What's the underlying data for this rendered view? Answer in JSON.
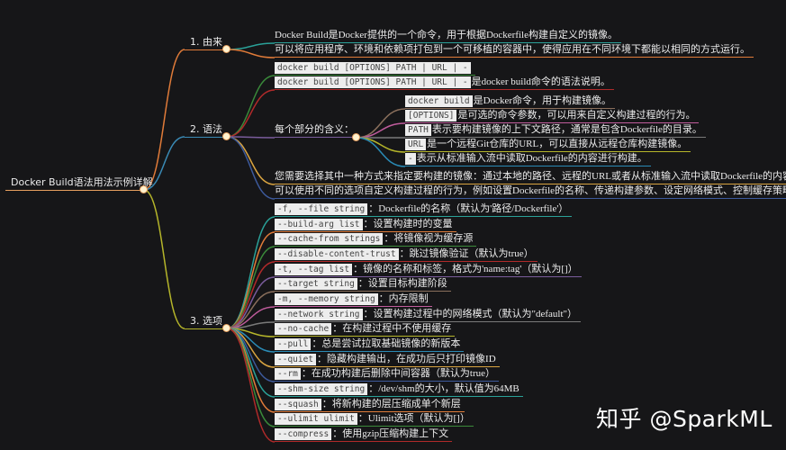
{
  "root": {
    "label": "Docker Build语法用法示例详解"
  },
  "palette": [
    "#2aa198",
    "#e07b39",
    "#3a8a3a",
    "#b02a2a",
    "#7a5c9c",
    "#8a6f5c",
    "#c05c9c",
    "#7a7a7a",
    "#b5b52a",
    "#2a8ab5",
    "#d9a441",
    "#3d5a9c"
  ],
  "branches": [
    {
      "label": "1. 由来",
      "color": "#e07b39",
      "items": [
        {
          "code": "",
          "text": "Docker Build是Docker提供的一个命令，用于根据Dockerfile构建自定义的镜像。"
        },
        {
          "code": "",
          "text": "可以将应用程序、环境和依赖项打包到一个可移植的容器中，使得应用在不同环境下都能以相同的方式运行。"
        }
      ]
    },
    {
      "label": "2. 语法",
      "color": "#3a8ab5",
      "items": [
        {
          "code": "docker build [OPTIONS] PATH | URL | -",
          "text": ""
        },
        {
          "code": "docker build [OPTIONS] PATH | URL | -",
          "text": "是docker build命令的语法说明。"
        },
        {
          "code": "",
          "text": "每个部分的含义：",
          "sub": [
            {
              "code": "docker build",
              "text": "是Docker命令，用于构建镜像。"
            },
            {
              "code": "[OPTIONS]",
              "text": "是可选的命令参数，可以用来自定义构建过程的行为。"
            },
            {
              "code": "PATH",
              "text": "表示要构建镜像的上下文路径，通常是包含Dockerfile的目录。"
            },
            {
              "code": "URL",
              "text": "是一个远程Git仓库的URL，可以直接从远程仓库构建镜像。"
            },
            {
              "code": "-",
              "text": "表示从标准输入流中读取Dockerfile的内容进行构建。"
            }
          ]
        },
        {
          "code": "",
          "text": "您需要选择其中一种方式来指定要构建的镜像：通过本地的路径、远程的URL或者从标准输入流中读取Dockerfile的内容。"
        },
        {
          "code": "",
          "text": "可以使用不同的选项自定义构建过程的行为，例如设置Dockerfile的名称、传递构建参数、设定网络模式、控制缓存策略等。"
        }
      ]
    },
    {
      "label": "3. 选项",
      "color": "#b5b52a",
      "items": [
        {
          "code": "-f, --file string",
          "text": "：Dockerfile的名称（默认为'路径/Dockerfile'）"
        },
        {
          "code": "--build-arg list",
          "text": "：设置构建时的变量"
        },
        {
          "code": "--cache-from strings",
          "text": "：将镜像视为缓存源"
        },
        {
          "code": "--disable-content-trust",
          "text": "：跳过镜像验证（默认为true）"
        },
        {
          "code": "-t, --tag list",
          "text": "：镜像的名称和标签，格式为'name:tag'（默认为[]）"
        },
        {
          "code": "--target string",
          "text": "：设置目标构建阶段"
        },
        {
          "code": "-m, --memory string",
          "text": "：内存限制"
        },
        {
          "code": "--network string",
          "text": "：设置构建过程中的网络模式（默认为\"default\"）"
        },
        {
          "code": "--no-cache",
          "text": "：在构建过程中不使用缓存"
        },
        {
          "code": "--pull",
          "text": "：总是尝试拉取基础镜像的新版本"
        },
        {
          "code": "--quiet",
          "text": "：隐藏构建输出，在成功后只打印镜像ID"
        },
        {
          "code": "--rm",
          "text": "：在成功构建后删除中间容器（默认为true）"
        },
        {
          "code": "--shm-size string",
          "text": "：/dev/shm的大小，默认值为64MB"
        },
        {
          "code": "--squash",
          "text": "：将新构建的层压缩成单个新层"
        },
        {
          "code": "--ulimit ulimit",
          "text": "：Ulimit选项（默认为[]）"
        },
        {
          "code": "--compress",
          "text": "：使用gzip压缩构建上下文"
        }
      ]
    }
  ],
  "watermark": "知乎 @SparkML"
}
